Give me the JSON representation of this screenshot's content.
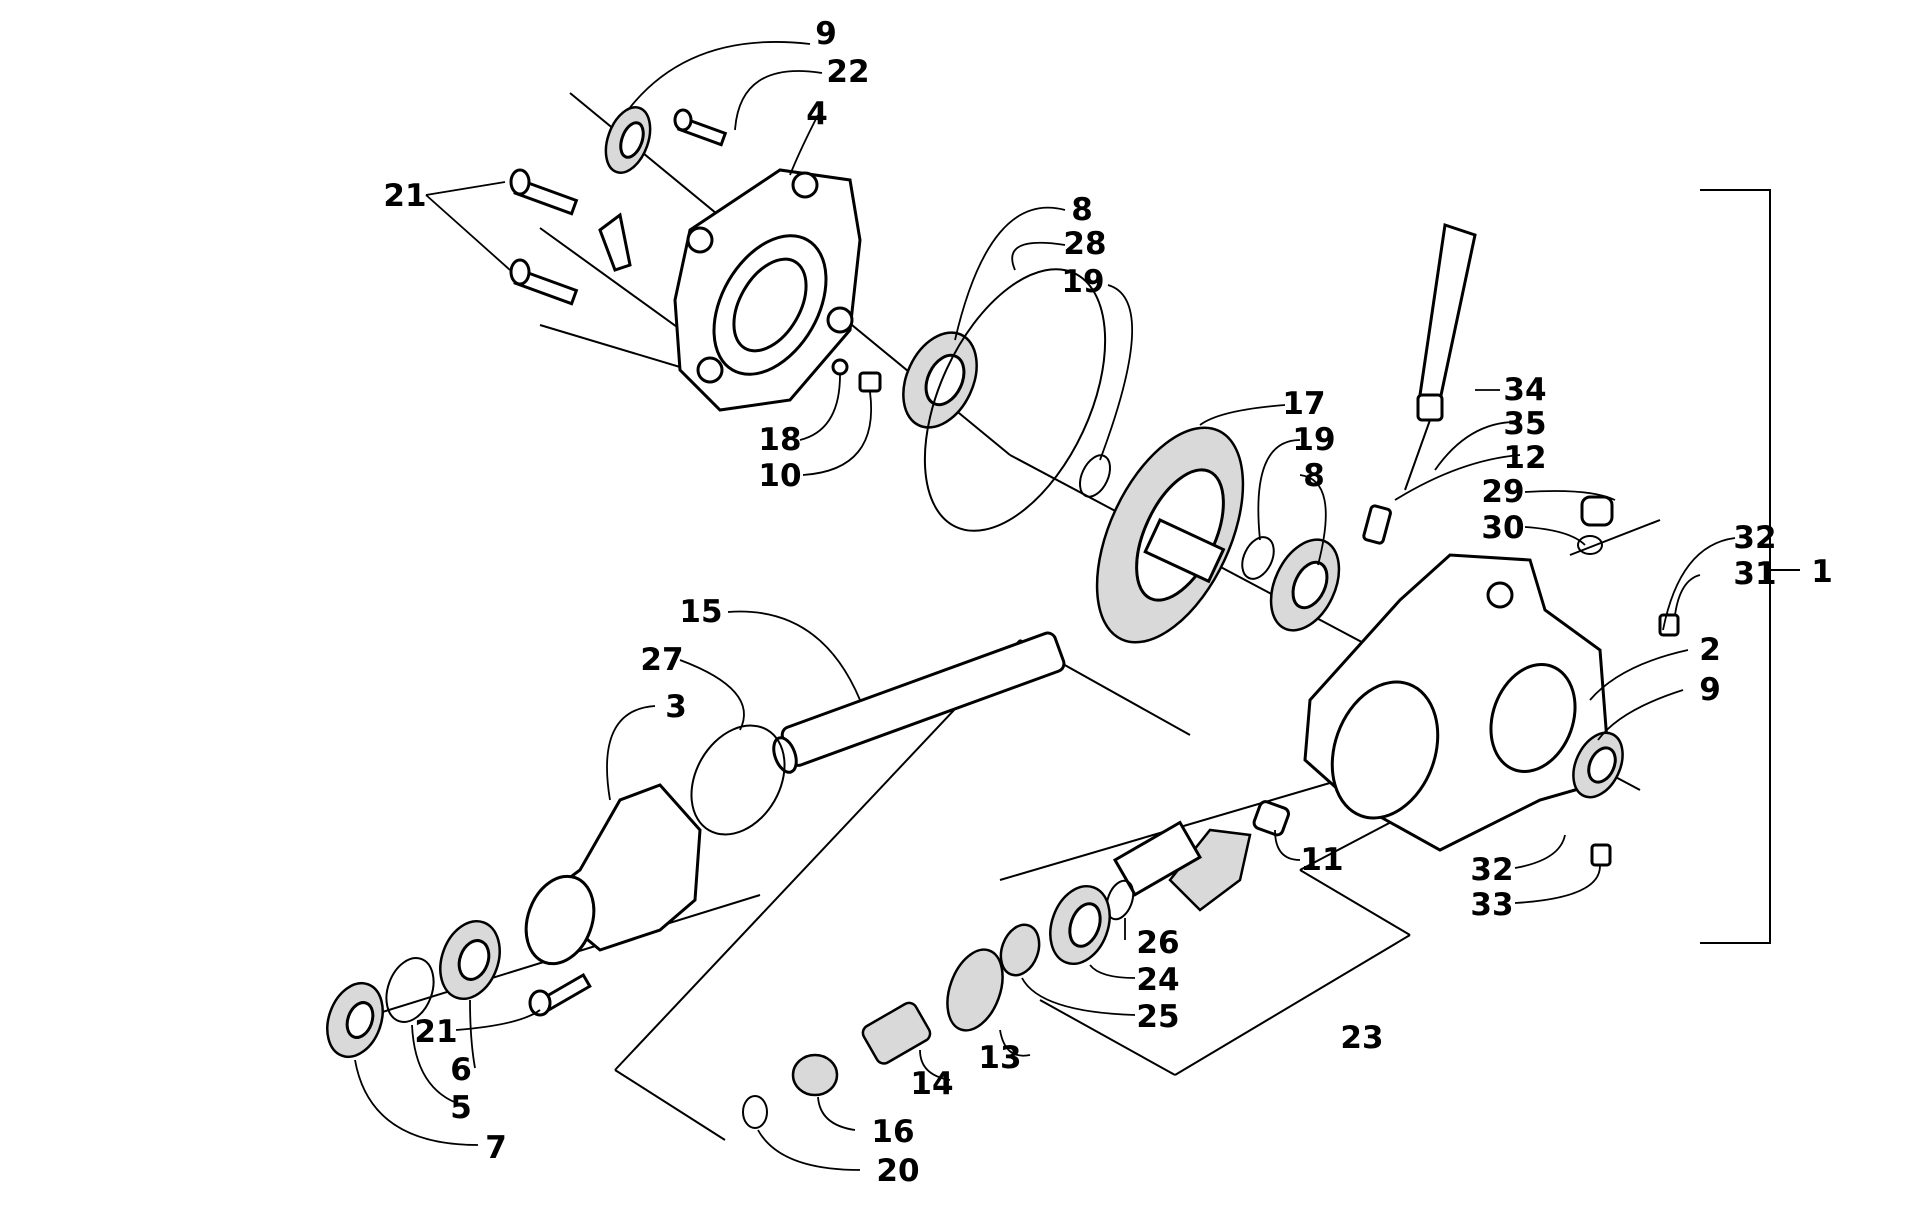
{
  "callouts": {
    "c1": "1",
    "c2": "2",
    "c3": "3",
    "c4": "4",
    "c5": "5",
    "c6": "6",
    "c7": "7",
    "c8a": "8",
    "c8b": "8",
    "c9a": "9",
    "c9b": "9",
    "c10": "10",
    "c11": "11",
    "c12": "12",
    "c13": "13",
    "c14": "14",
    "c15": "15",
    "c16": "16",
    "c17": "17",
    "c18": "18",
    "c19a": "19",
    "c19b": "19",
    "c20": "20",
    "c21a": "21",
    "c21b": "21",
    "c22": "22",
    "c23": "23",
    "c24": "24",
    "c25": "25",
    "c26": "26",
    "c27": "27",
    "c28": "28",
    "c29": "29",
    "c30": "30",
    "c31": "31",
    "c32a": "32",
    "c32b": "32",
    "c33": "33",
    "c34": "34",
    "c35": "35"
  }
}
